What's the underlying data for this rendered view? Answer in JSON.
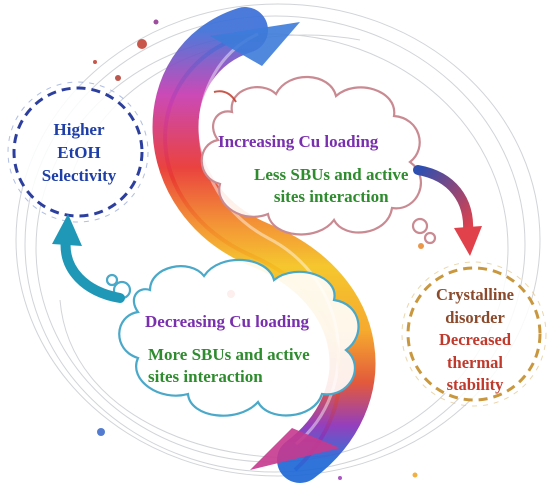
{
  "left_circle": {
    "lines": [
      "Higher",
      "EtOH",
      "Selectivity"
    ],
    "color": "#1f3fa8"
  },
  "top_cloud": {
    "title": "Increasing Cu loading",
    "body": [
      "Less SBUs and active",
      "sites interaction"
    ]
  },
  "bottom_cloud": {
    "title": "Decreasing Cu loading",
    "body": [
      "More SBUs and active",
      "sites interaction"
    ]
  },
  "right_circle": {
    "lines": [
      "Crystalline",
      "disorder",
      "Decreased",
      "thermal",
      "stability"
    ],
    "line_colors": [
      "#8b4a2b",
      "#8b4a2b",
      "#c0392b",
      "#c0392b",
      "#c0392b"
    ]
  },
  "colors": {
    "title_purple": "#7a2fae",
    "body_green": "#2e8b2e",
    "left_circle_border": "#2d3f9e",
    "right_circle_border": "#c9973e",
    "top_cloud_border": "#c98a92",
    "bottom_cloud_border": "#4aa8c8"
  },
  "icons": [
    "swirl-s-arrow",
    "thought-cloud",
    "dashed-circle",
    "curved-arrow-teal",
    "curved-arrow-blue-red"
  ]
}
